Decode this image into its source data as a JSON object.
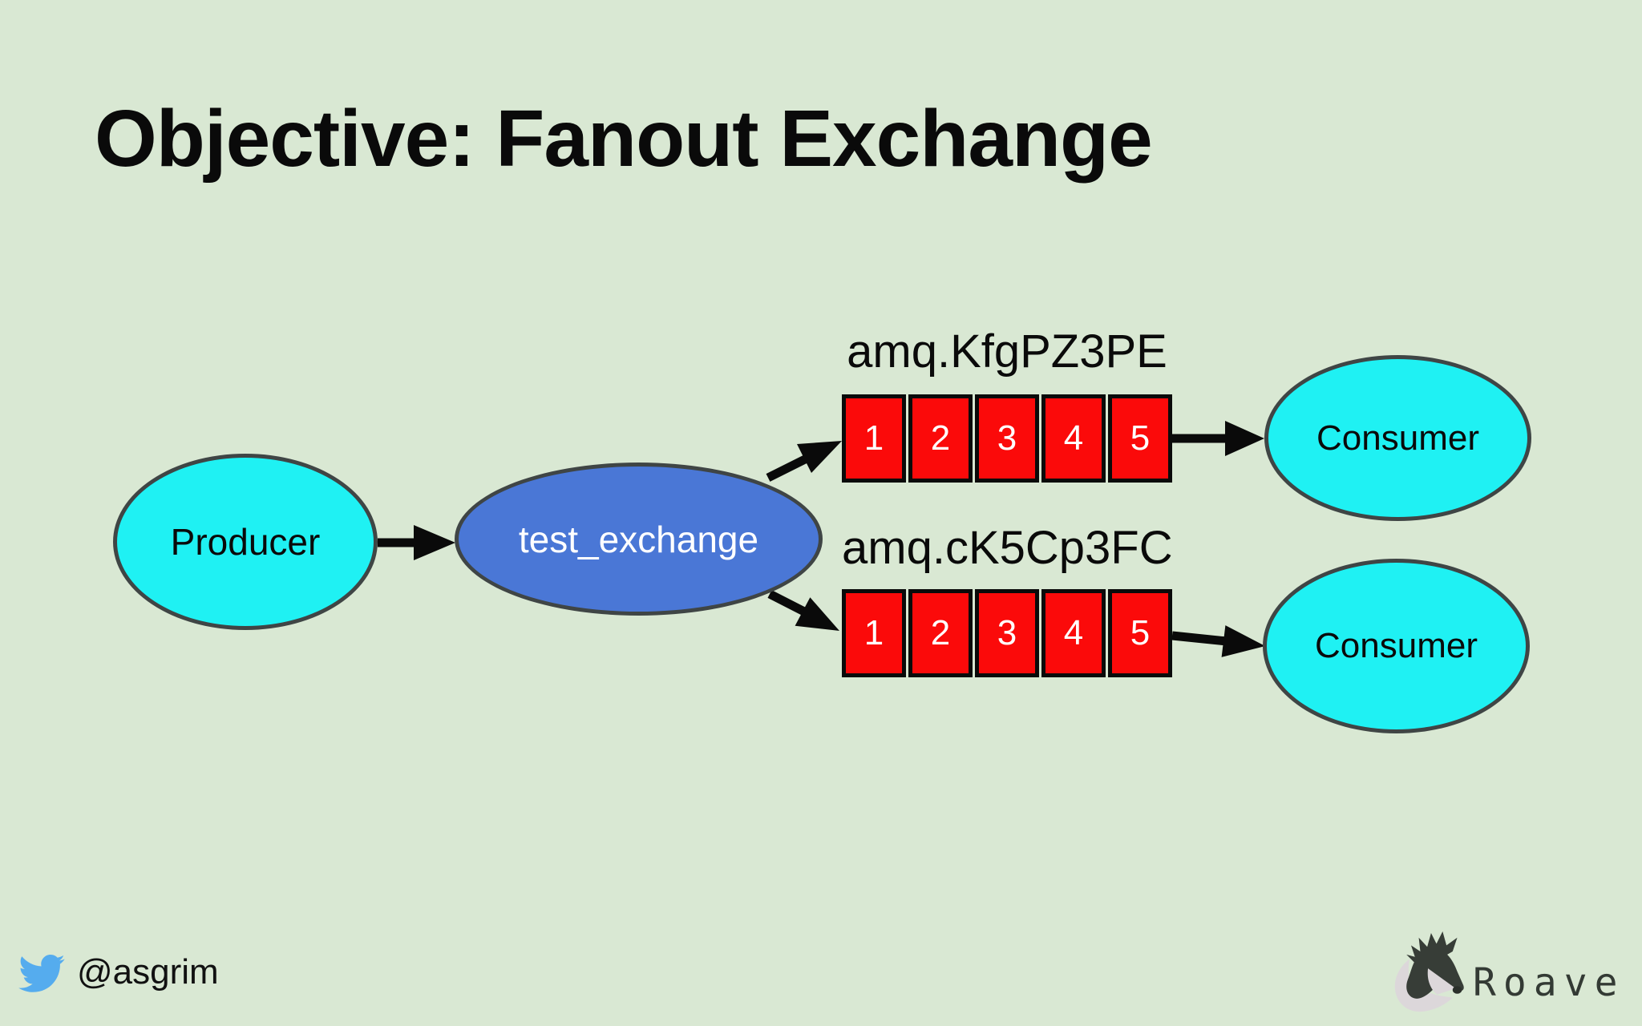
{
  "slide": {
    "title": "Objective: Fanout Exchange",
    "background_color": "#d9e8d3"
  },
  "diagram": {
    "producer": {
      "label": "Producer",
      "fill_color": "#1ff1f3"
    },
    "exchange": {
      "label": "test_exchange",
      "fill_color": "#4a77d6",
      "text_color": "#ffffff"
    },
    "queues": [
      {
        "name": "amq.KfgPZ3PE",
        "slots": [
          "1",
          "2",
          "3",
          "4",
          "5"
        ],
        "slot_color": "#fb0a0a"
      },
      {
        "name": "amq.cK5Cp3FC",
        "slots": [
          "1",
          "2",
          "3",
          "4",
          "5"
        ],
        "slot_color": "#fb0a0a"
      }
    ],
    "consumers": [
      {
        "label": "Consumer"
      },
      {
        "label": "Consumer"
      }
    ],
    "node_border_color": "#3f4545",
    "arrow_color": "#0a0a0a"
  },
  "footer": {
    "twitter_handle": "@asgrim",
    "twitter_icon": "twitter-bird",
    "twitter_icon_color": "#55acee",
    "brand_name": "Roave",
    "brand_icon": "wolf-head",
    "brand_text_color": "#333a34"
  }
}
